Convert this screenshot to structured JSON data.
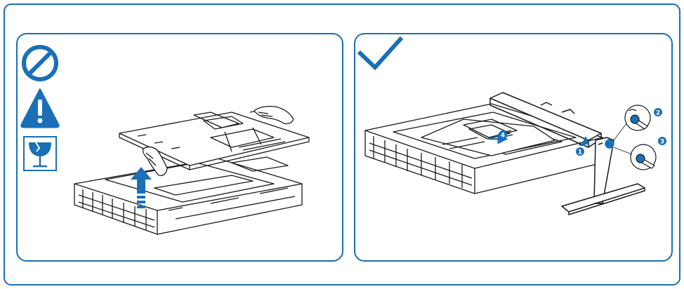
{
  "colors": {
    "accent": "#1a6fb7",
    "line": "#1a1a1a",
    "panel_border": "#1a6fb7"
  },
  "left_panel": {
    "icons": [
      "prohibited-icon",
      "warning-icon",
      "fragile-icon"
    ],
    "illustration": "monitor-lifted-out-of-foam-packaging"
  },
  "right_panel": {
    "icons": [
      "checkmark-icon"
    ],
    "illustration": "stand-attached-to-monitor-in-foam-packaging",
    "steps": [
      {
        "label": "1"
      },
      {
        "label": "2"
      },
      {
        "label": "3"
      },
      {
        "label": "4"
      }
    ]
  }
}
